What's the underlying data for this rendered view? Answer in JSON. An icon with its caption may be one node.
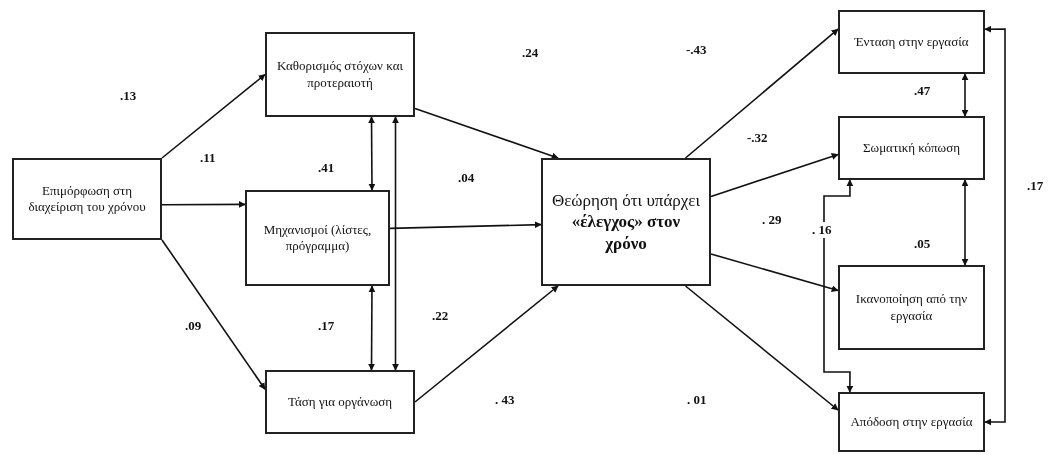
{
  "diagram": {
    "nodes": [
      {
        "text": [
          "Επιμόρφωση στη διαχείριση του χρόνου"
        ]
      },
      {
        "text": [
          "Καθορισμός στόχων και προτεραιοτή"
        ]
      },
      {
        "text": [
          "Μηχανισμοί (λίστες, πρόγραμμα)"
        ]
      },
      {
        "text": [
          "Τάση για οργάνωση"
        ]
      },
      {
        "text": [
          "Θεώρηση ότι υπάρχει **«έλεγχος» στον χρόνο**"
        ]
      },
      {
        "text": [
          "Ένταση στην εργασία"
        ]
      },
      {
        "text": [
          "Σωματική κόπωση"
        ]
      },
      {
        "text": [
          "Ικανοποίηση από την εργασία"
        ]
      },
      {
        "text": [
          "Απόδοση στην εργασία"
        ]
      }
    ],
    "edges": [
      {
        "from": 0,
        "to": 1,
        "arrow": "to"
      },
      {
        "from": 0,
        "to": 2,
        "arrow": "to"
      },
      {
        "from": 0,
        "to": 3,
        "arrow": "to"
      },
      {
        "from": 1,
        "to": 2,
        "arrow": "both"
      },
      {
        "from": 2,
        "to": 3,
        "arrow": "both"
      },
      {
        "from": 3,
        "to": 1,
        "arrow": "both"
      },
      {
        "from": 1,
        "to": 4,
        "arrow": "to"
      },
      {
        "from": 2,
        "to": 4,
        "arrow": "to"
      },
      {
        "from": 3,
        "to": 4,
        "arrow": "to"
      },
      {
        "from": 4,
        "to": 5,
        "arrow": "to"
      },
      {
        "from": 4,
        "to": 6,
        "arrow": "to"
      },
      {
        "from": 4,
        "to": 7,
        "arrow": "to"
      },
      {
        "from": 4,
        "to": 8,
        "arrow": "to"
      },
      {
        "from": 5,
        "to": 6,
        "arrow": "both"
      },
      {
        "from": 6,
        "to": 7,
        "arrow": "both"
      },
      {
        "from": 8,
        "to": 6,
        "arrow": "both"
      },
      {
        "from": 5,
        "to": 8,
        "arrow": "both"
      }
    ],
    "labels": [
      ".13",
      ".11",
      ".41",
      ".04",
      ".24",
      ".09",
      ".17",
      ".22",
      ". 43",
      ". 01",
      "-.43",
      "-.32",
      ". 29",
      ".47",
      ". 16",
      ".05",
      ".17"
    ]
  }
}
